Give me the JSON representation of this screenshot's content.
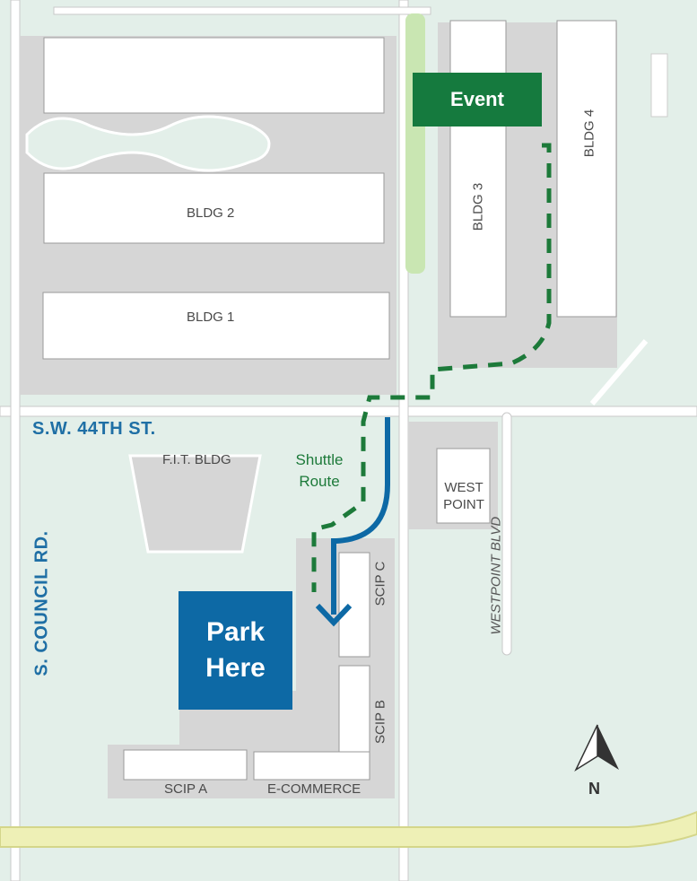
{
  "buildings": {
    "bldg2": "BLDG 2",
    "bldg1": "BLDG 1",
    "bldg3": "BLDG 3",
    "bldg4": "BLDG 4",
    "fit": "F.I.T. BLDG",
    "westpoint_line1": "WEST",
    "westpoint_line2": "POINT",
    "scip_a": "SCIP A",
    "scip_b": "SCIP B",
    "scip_c": "SCIP C",
    "ecommerce": "E-COMMERCE"
  },
  "streets": {
    "sw44th": "S.W. 44TH ST.",
    "council": "S. COUNCIL RD.",
    "westpoint_blvd": "WESTPOINT BLVD"
  },
  "callouts": {
    "event": "Event",
    "park_line1": "Park",
    "park_line2": "Here",
    "shuttle_line1": "Shuttle",
    "shuttle_line2": "Route"
  },
  "compass": {
    "label": "N"
  },
  "colors": {
    "background": "#e3efe9",
    "building": "#ffffff",
    "paving": "#d6d6d6",
    "event_box": "#157a3e",
    "park_box": "#0d69a5",
    "shuttle_route": "#1d7a3a",
    "drive_route": "#0d69a5",
    "highway": "#eef0b6"
  },
  "icons": {
    "compass": "north-arrow-icon",
    "route_arrow": "arrow-down-icon"
  }
}
